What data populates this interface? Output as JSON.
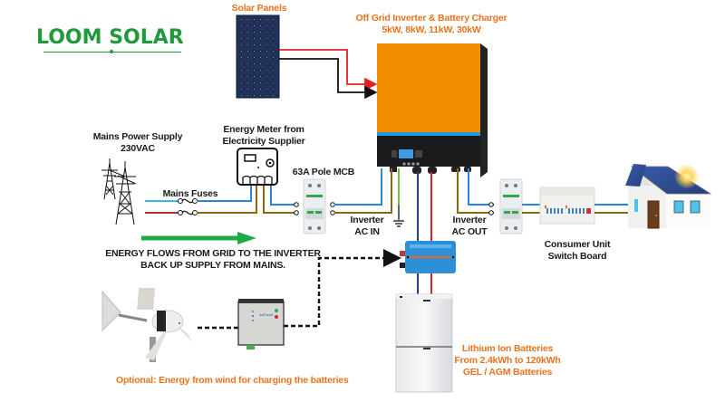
{
  "brand": {
    "name": "LOOM SOLAR",
    "color": "#1f9a3b"
  },
  "labels": {
    "solar_panels": "Solar Panels",
    "inverter_title": "Off Grid Inverter & Battery Charger",
    "inverter_ratings": "5kW, 8kW, 11kW, 30kW",
    "mains_supply_line1": "Mains Power Supply",
    "mains_supply_line2": "230VAC",
    "energy_meter_line1": "Energy Meter from",
    "energy_meter_line2": "Electricity Supplier",
    "mcb": "63A Pole MCB",
    "mains_fuses": "Mains Fuses",
    "inverter_ac_in_line1": "Inverter",
    "inverter_ac_in_line2": "AC IN",
    "inverter_ac_out_line1": "Inverter",
    "inverter_ac_out_line2": "AC OUT",
    "energy_flow_line1": "ENERGY FLOWS FROM GRID TO THE INVERTER",
    "energy_flow_line2": "BACK UP SUPPLY FROM MAINS.",
    "consumer_unit_line1": "Consumer Unit",
    "consumer_unit_line2": "Switch Board",
    "batteries_line1": "Lithium Ion  Batteries",
    "batteries_line2": "From 2.4kWh to 120kWh",
    "batteries_line3": "GEL / AGM Batteries",
    "wind_optional": "Optional: Energy from wind for charging the batteries",
    "wind_controller_brand": "AirForce"
  },
  "components": [
    {
      "id": "solar-panel",
      "name": "Solar Panels"
    },
    {
      "id": "inverter",
      "name": "Off Grid Inverter & Battery Charger"
    },
    {
      "id": "pylons",
      "name": "Mains Power Supply"
    },
    {
      "id": "fuses",
      "name": "Mains Fuses"
    },
    {
      "id": "energy-meter",
      "name": "Energy Meter"
    },
    {
      "id": "mcb-in",
      "name": "63A Pole MCB"
    },
    {
      "id": "mcb-out",
      "name": "MCB (AC OUT)"
    },
    {
      "id": "consumer-unit",
      "name": "Consumer Unit Switch Board"
    },
    {
      "id": "house",
      "name": "House"
    },
    {
      "id": "dc-distributor",
      "name": "DC distribution box"
    },
    {
      "id": "batteries",
      "name": "Lithium Ion Batteries"
    },
    {
      "id": "wind-turbine",
      "name": "Wind turbine"
    },
    {
      "id": "wind-controller",
      "name": "Wind charge controller"
    }
  ],
  "colors": {
    "label_orange": "#e8731f",
    "inverter_orange": "#f28c00",
    "wire_live": "#8b6914",
    "wire_neutral": "#2f86d6",
    "wire_red_dc": "#e32020",
    "wire_black_dc": "#111111",
    "wire_earth": "#7cc242",
    "wire_navy": "#2b3f8f",
    "flow_arrow": "#1faa4a",
    "mains_blue": "#3cb7ea",
    "mains_red": "#b0302a"
  }
}
